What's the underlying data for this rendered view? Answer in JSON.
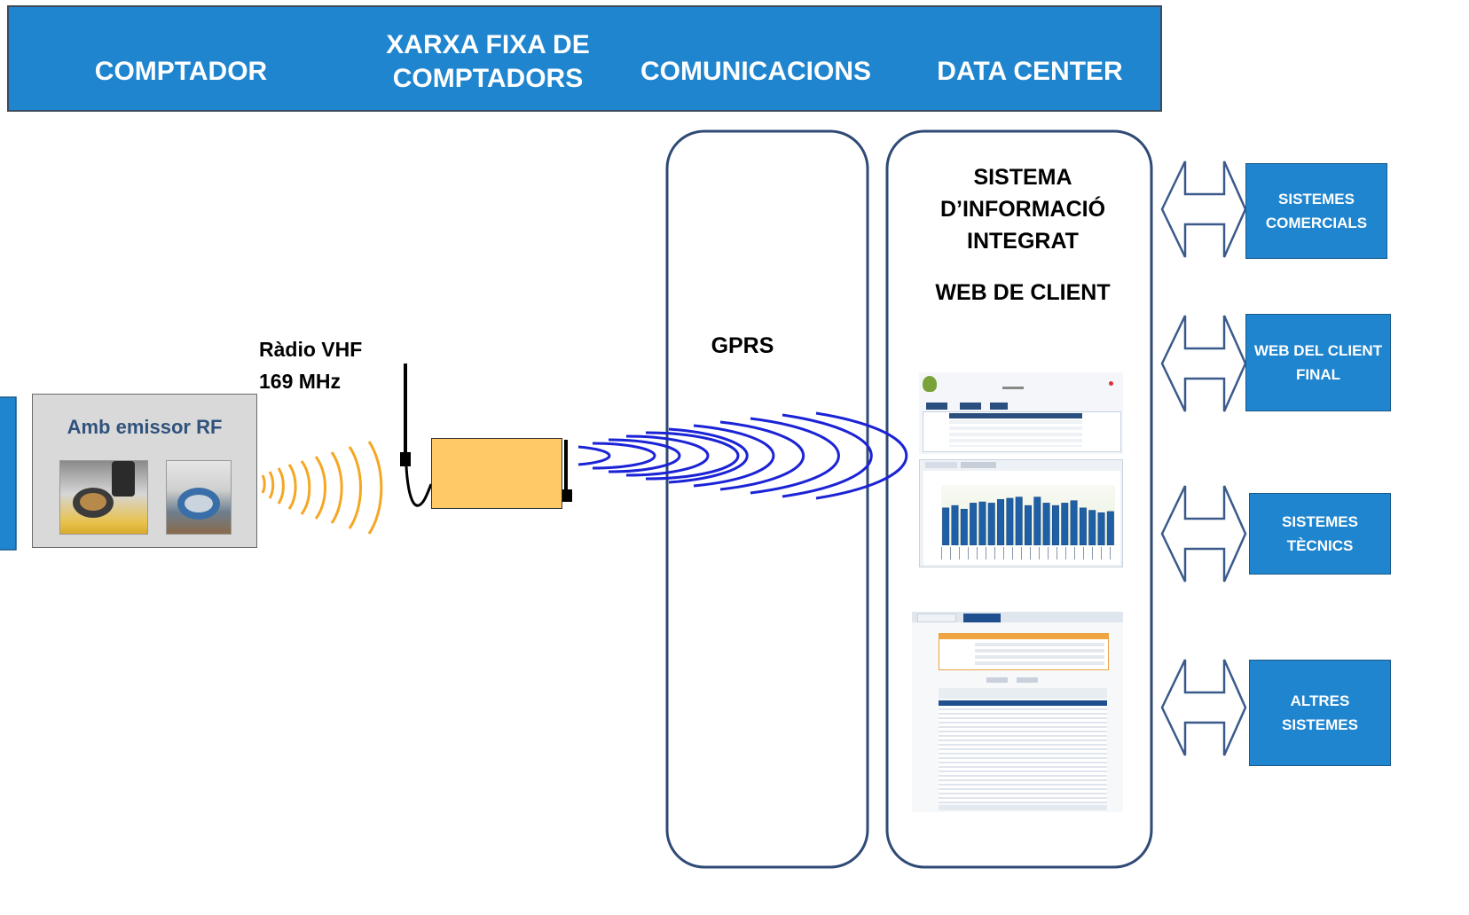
{
  "header": {
    "col1": "COMPTADOR",
    "col2_line1": "XARXA FIXA DE",
    "col2_line2": "COMPTADORS",
    "col3": "COMUNICACIONS",
    "col4": "DATA CENTER"
  },
  "meter": {
    "title": "Amb emissor RF"
  },
  "radio": {
    "line1": "Ràdio VHF",
    "line2": "169 MHz"
  },
  "comms": {
    "label": "GPRS"
  },
  "datacenter": {
    "line1": "SISTEMA",
    "line2": "D’INFORMACIÓ",
    "line3": "INTEGRAT",
    "line4": "WEB DE CLIENT"
  },
  "external_systems": [
    {
      "line1": "SISTEMES",
      "line2": "COMERCIALS"
    },
    {
      "line1": "WEB DEL CLIENT",
      "line2": "FINAL"
    },
    {
      "line1": "SISTEMES",
      "line2": "TÈCNICS"
    },
    {
      "line1": "ALTRES",
      "line2": "SISTEMES"
    }
  ],
  "screenshot_charts": {
    "bar_values": [
      0.62,
      0.66,
      0.6,
      0.7,
      0.72,
      0.7,
      0.76,
      0.78,
      0.8,
      0.66,
      0.8,
      0.7,
      0.66,
      0.7,
      0.74,
      0.62,
      0.58,
      0.54,
      0.56
    ]
  },
  "colors": {
    "header_blue": "#1f85cf",
    "signal_orange": "#f5a623",
    "signal_blue": "#1b23d6",
    "frame_navy": "#2f4a75",
    "gateway_fill": "#ffc966"
  }
}
